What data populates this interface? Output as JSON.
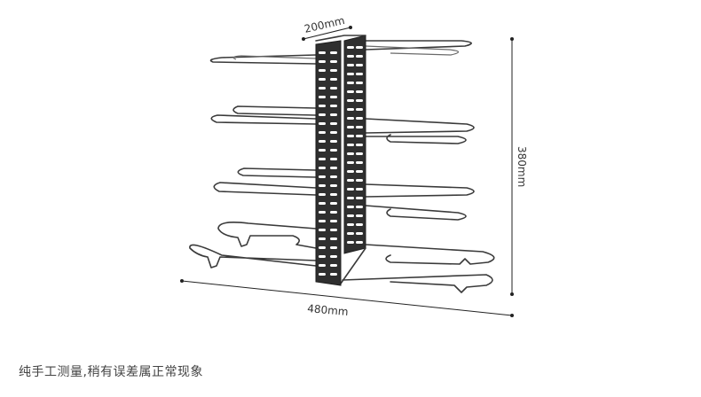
{
  "dimensions": {
    "depth": "200mm",
    "height": "380mm",
    "width": "480mm"
  },
  "footnote": "纯手工测量,稍有误差属正常现象",
  "colors": {
    "background": "#ffffff",
    "rack_metal": "#2f2f2f",
    "text": "#333333"
  }
}
